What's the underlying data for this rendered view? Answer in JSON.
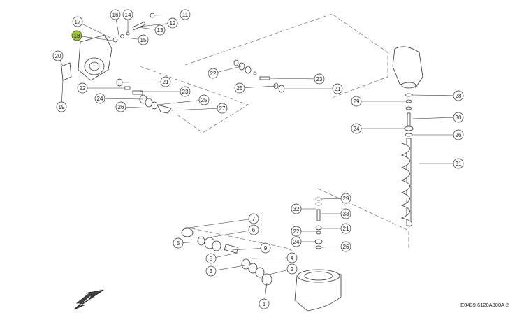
{
  "drawing_id": "E0439 6120A300A 2",
  "highlight_color": "#9cc43c",
  "callouts": [
    {
      "label": "1"
    },
    {
      "label": "2"
    },
    {
      "label": "3"
    },
    {
      "label": "4"
    },
    {
      "label": "5"
    },
    {
      "label": "6"
    },
    {
      "label": "7"
    },
    {
      "label": "8"
    },
    {
      "label": "9"
    },
    {
      "label": "11"
    },
    {
      "label": "12"
    },
    {
      "label": "13"
    },
    {
      "label": "14"
    },
    {
      "label": "15"
    },
    {
      "label": "16"
    },
    {
      "label": "17"
    },
    {
      "label": "18",
      "highlighted": true
    },
    {
      "label": "19"
    },
    {
      "label": "20"
    },
    {
      "label": "21"
    },
    {
      "label": "22"
    },
    {
      "label": "23"
    },
    {
      "label": "24"
    },
    {
      "label": "25"
    },
    {
      "label": "26"
    },
    {
      "label": "27"
    },
    {
      "label": "22"
    },
    {
      "label": "23"
    },
    {
      "label": "25"
    },
    {
      "label": "21"
    },
    {
      "label": "28"
    },
    {
      "label": "29"
    },
    {
      "label": "30"
    },
    {
      "label": "24"
    },
    {
      "label": "26"
    },
    {
      "label": "31"
    },
    {
      "label": "29"
    },
    {
      "label": "32"
    },
    {
      "label": "33"
    },
    {
      "label": "22"
    },
    {
      "label": "21"
    },
    {
      "label": "24"
    },
    {
      "label": "26"
    }
  ]
}
